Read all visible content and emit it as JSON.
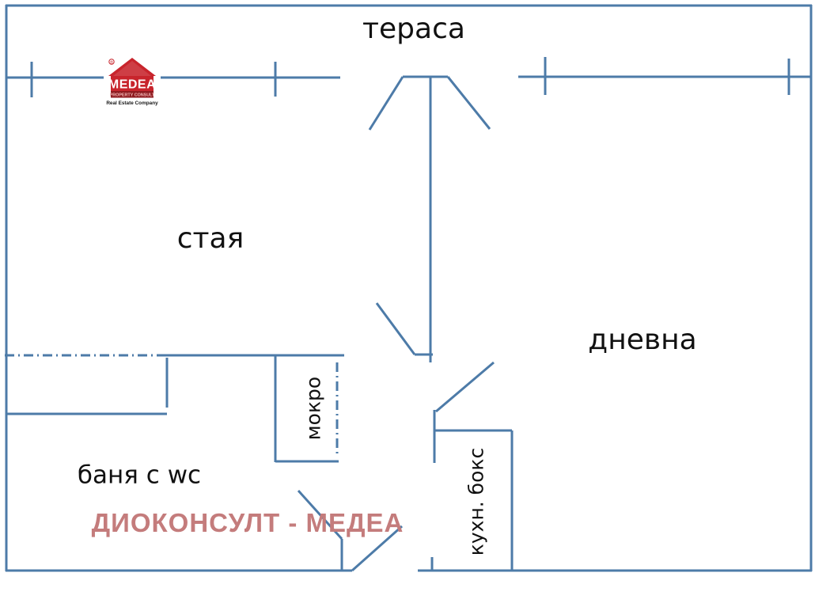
{
  "plan": {
    "rooms": {
      "terrace": "тераса",
      "bedroom": "стая",
      "living_room": "дневна",
      "bathroom": "баня с wc",
      "wet_room": "мокро",
      "kitchen_box": "кухн. бокс"
    },
    "watermark": "ДИОКОНСУЛТ - МЕДЕА"
  },
  "logo": {
    "brand": "MEDEA",
    "subtitle": "PROPERTY CONSULT",
    "tagline": "Real Estate Company",
    "registered_mark": "®"
  },
  "colors": {
    "wall_line": "#4d7ba8",
    "label_text": "#111111",
    "watermark_text": "#c47c7c",
    "logo_red": "#c8242c",
    "logo_dark_red": "#8e1b20",
    "background": "#ffffff"
  }
}
